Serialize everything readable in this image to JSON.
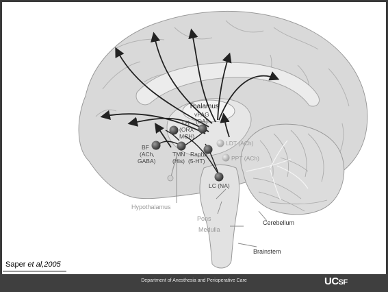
{
  "citation": {
    "author": "Saper ",
    "etal": "et al",
    "year": ",2005"
  },
  "labels": {
    "thalamus": "Thalamus",
    "vpag_1": "vPAG",
    "vpag_2": "(DA)",
    "lh_1": "LH",
    "lh_2": "(ORX",
    "lh_3": "MCH)",
    "bf_1": "BF",
    "bf_2": "(ACh,",
    "bf_3": "GABA)",
    "tmn_1": "TMN",
    "tmn_2": "(His)",
    "raphe_1": "Raphe",
    "raphe_2": "(5-HT)",
    "ldt": "LDT (ACh)",
    "ppt": "PPT (ACh)",
    "lc": "LC (NA)",
    "hypothalamus": "Hypothalamus",
    "pons": "Pons",
    "medulla": "Medulla",
    "cerebellum": "Cerebellum",
    "brainstem": "Brainstem"
  },
  "footer": {
    "department": "Department of Anesthesia and Perioperative Care",
    "logo_main": "UC",
    "logo_sub": "SF"
  },
  "colors": {
    "brain_fill": "#d9d9d9",
    "nucleus_dark": "#3b3b3b",
    "nucleus_light": "#aaaaaa",
    "footer_bg": "#3f3f3f"
  }
}
